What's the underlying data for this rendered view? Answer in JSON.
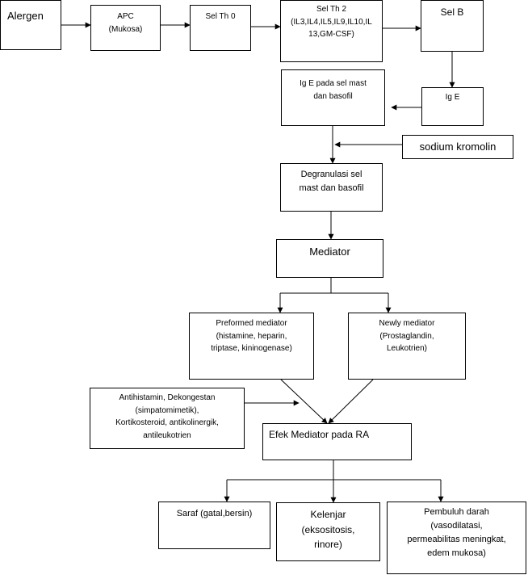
{
  "nodes": {
    "alergen": {
      "label": [
        "Alergen"
      ]
    },
    "apc": {
      "label": [
        "APC",
        "(Mukosa)"
      ]
    },
    "sel_th0": {
      "label": [
        "Sel Th 0"
      ]
    },
    "sel_th2": {
      "label": [
        "Sel Th 2",
        "(IL3,IL4,IL5,IL9,IL10,IL",
        "13,GM-CSF)"
      ]
    },
    "sel_b": {
      "label": [
        "Sel B"
      ]
    },
    "ige_mast": {
      "label": [
        "Ig E pada sel mast",
        "dan basofil"
      ]
    },
    "ige": {
      "label": [
        "Ig E"
      ]
    },
    "sodium_kromolin": {
      "label": [
        "sodium kromolin"
      ]
    },
    "degranulasi": {
      "label": [
        "Degranulasi sel",
        "mast dan basofil"
      ]
    },
    "mediator": {
      "label": [
        "Mediator"
      ]
    },
    "preformed": {
      "label": [
        "Preformed mediator",
        "(histamine, heparin,",
        "triptase, kininogenase)"
      ]
    },
    "newly": {
      "label": [
        "Newly mediator",
        "(Prostaglandin,",
        "Leukotrien)"
      ]
    },
    "antihistamin": {
      "label": [
        "Antihistamin, Dekongestan",
        "(simpatomimetik),",
        "Kortikosteroid, antikolinergik,",
        "antileukotrien"
      ]
    },
    "efek": {
      "label": [
        "Efek Mediator pada RA"
      ]
    },
    "saraf": {
      "label": [
        "Saraf (gatal,bersin)"
      ]
    },
    "kelenjar": {
      "label": [
        "Kelenjar",
        "(eksositosis,",
        "rinore)"
      ]
    },
    "pembuluh": {
      "label": [
        "Pembuluh darah",
        "(vasodilatasi,",
        "permeabilitas meningkat,",
        "edem mukosa)"
      ]
    }
  },
  "edges": [
    {
      "from": "alergen",
      "to": "apc"
    },
    {
      "from": "apc",
      "to": "sel_th0"
    },
    {
      "from": "sel_th0",
      "to": "sel_th2"
    },
    {
      "from": "sel_th2",
      "to": "sel_b"
    },
    {
      "from": "sel_b",
      "to": "ige"
    },
    {
      "from": "ige",
      "to": "ige_mast"
    },
    {
      "from": "ige_mast",
      "to": "degranulasi"
    },
    {
      "from": "sodium_kromolin",
      "to": "degranulasi"
    },
    {
      "from": "degranulasi",
      "to": "mediator"
    },
    {
      "from": "mediator",
      "to": "preformed"
    },
    {
      "from": "mediator",
      "to": "newly"
    },
    {
      "from": "preformed",
      "to": "efek"
    },
    {
      "from": "newly",
      "to": "efek"
    },
    {
      "from": "antihistamin",
      "to": "efek"
    },
    {
      "from": "efek",
      "to": "saraf"
    },
    {
      "from": "efek",
      "to": "kelenjar"
    },
    {
      "from": "efek",
      "to": "pembuluh"
    }
  ]
}
